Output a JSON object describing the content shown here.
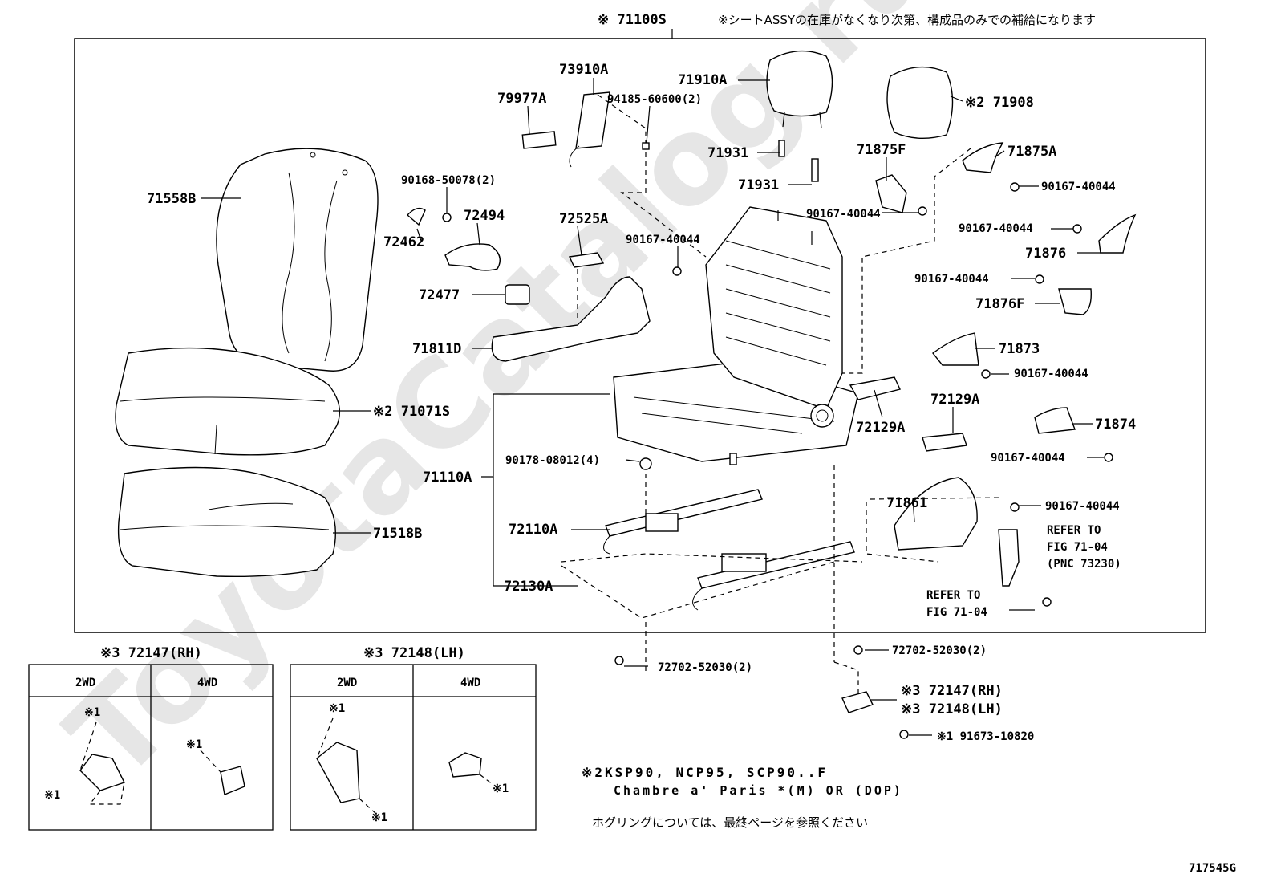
{
  "header": {
    "assembly_label": "※ 71100S",
    "supply_note": "※シートASSYの在庫がなくなり次第、構成品のみでの補給になります"
  },
  "watermark": "ToyotaCatalog.ru",
  "parts": {
    "p73910A": "73910A",
    "p71910A": "71910A",
    "p79977A": "79977A",
    "p94185": "94185-60600(2)",
    "p71908": "※2 71908",
    "p71931a": "71931",
    "p71931b": "71931",
    "p71875F": "71875F",
    "p71875A": "71875A",
    "p90167_a": "90167-40044",
    "p71558B": "71558B",
    "p90168": "90168-50078(2)",
    "p72494": "72494",
    "p72462": "72462",
    "p72525A": "72525A",
    "p90167_b": "90167-40044",
    "p90167_c": "90167-40044",
    "p90167_d": "90167-40044",
    "p71876": "71876",
    "p90167_e": "90167-40044",
    "p71876F": "71876F",
    "p72477": "72477",
    "p71811D": "71811D",
    "p71873": "71873",
    "p90167_f": "90167-40044",
    "p71071S": "※2 71071S",
    "p72129A_a": "72129A",
    "p72129A_b": "72129A",
    "p71874": "71874",
    "p71110A": "71110A",
    "p90178": "90178-08012(4)",
    "p90167_g": "90167-40044",
    "p71861": "71861",
    "p90167_h": "90167-40044",
    "p72110A": "72110A",
    "p71518B": "71518B",
    "p72130A": "72130A",
    "p72702_a": "72702-52030(2)",
    "p72702_b": "72702-52030(2)",
    "p72147": "※3 72147(RH)",
    "p72148": "※3 72148(LH)",
    "p91673": "※1 91673-10820"
  },
  "refer": {
    "r1_line1": "REFER TO",
    "r1_line2": "FIG 71-04",
    "r1_line3": "(PNC 73230)",
    "r2_line1": "REFER TO",
    "r2_line2": "FIG 71-04"
  },
  "bracket_tables": [
    {
      "title": "※3 72147(RH)",
      "col1": "2WD",
      "col2": "4WD"
    },
    {
      "title": "※3 72148(LH)",
      "col1": "2WD",
      "col2": "4WD"
    }
  ],
  "marks": {
    "m1": "※1"
  },
  "notes": {
    "n1": "※2KSP90, NCP95, SCP90..F",
    "n2": "Chambre a' Paris *(M) OR (DOP)",
    "n3": "ホグリングについては、最終ページを参照ください"
  },
  "figure_code": "717545G"
}
